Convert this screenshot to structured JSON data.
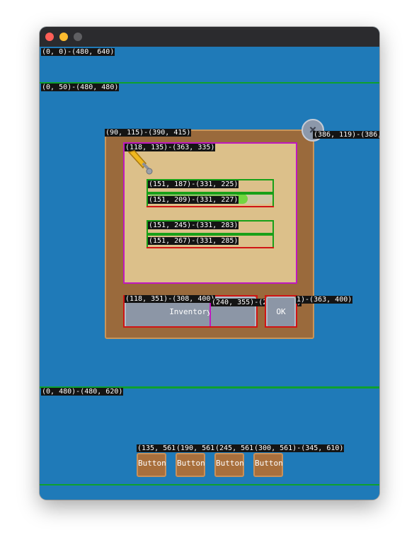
{
  "window": {
    "title": ""
  },
  "coords": {
    "root": "(0, 0)-(480, 640)",
    "top_region": "(0, 50)-(480, 480)",
    "panel": "(90, 115)-(390, 415)",
    "close": "(386, 119)-(386,",
    "paper": "(118, 135)-(363, 335)",
    "row1_label": "(151, 187)-(331, 225)",
    "row1_bar": "(151, 209)-(331, 227)",
    "row2_label": "(151, 245)-(331, 283)",
    "row2_bar": "(151, 267)-(331, 285)",
    "inventory": "(118, 351)-(308, 400)",
    "divider": "(240, 355)-(240, 395)",
    "ok": "1)-(363, 400)",
    "bottom_region": "(0, 480)-(480, 620)",
    "b1": "(135, 561",
    "b2": "(190, 561",
    "b3": "(245, 561",
    "b4": "(300, 561)-(345, 610)"
  },
  "buttons": {
    "inventory": "Inventory",
    "ok": "OK",
    "close_icon": "×",
    "bottom": [
      "Button",
      "Button",
      "Button",
      "Button"
    ]
  },
  "progress": {
    "row1_fill": 0.8,
    "row2_fill": 0.0
  },
  "colors": {
    "background": "#1f7ab8",
    "guide_green": "#0ea02e",
    "guide_red": "#d01414",
    "guide_magenta": "#c018c0",
    "panel_wood": "#9a6a3c",
    "paper": "#dcc08a",
    "bar_fill": "#58c42c"
  },
  "icons": {
    "item": "sword-icon",
    "close": "close-icon"
  }
}
